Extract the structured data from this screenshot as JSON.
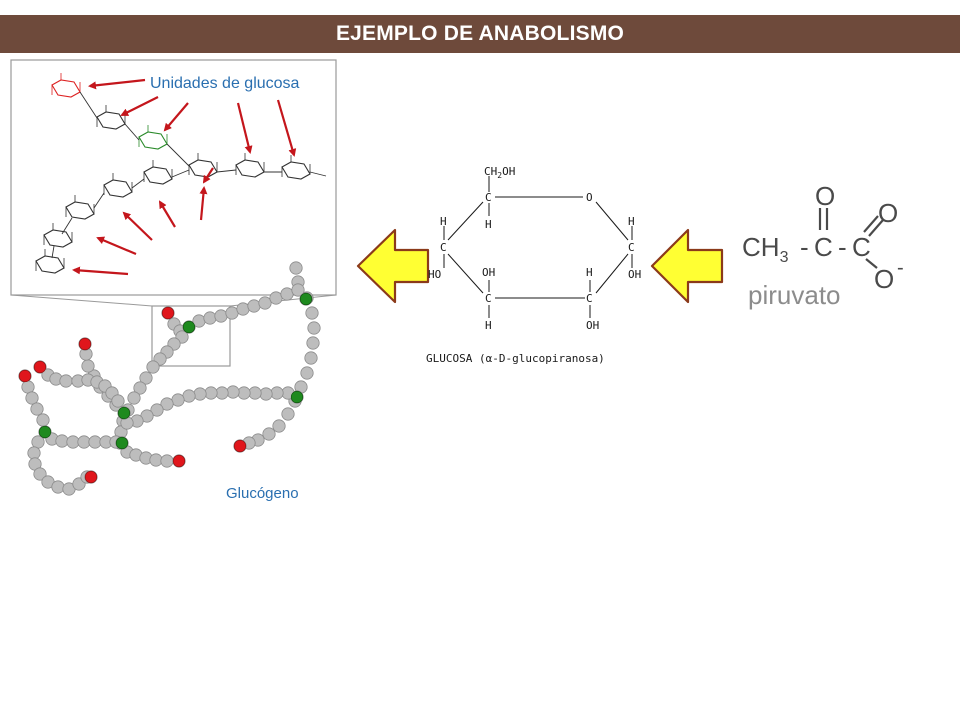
{
  "slide": {
    "title": "EJEMPLO DE ANABOLISMO"
  },
  "glycogen": {
    "units_label": "Unidades de glucosa",
    "polymer_label": "Glucógeno",
    "label_color": "#2a6fb0",
    "arrow_color": "#c4161c",
    "terminal_residue_color": "#e0161c",
    "branch_residue_color": "#1e8a1e",
    "residue_color": "#bdbdbd"
  },
  "glucose": {
    "atoms": {
      "ch2oh_prefix": "CH",
      "ch2oh_sub": "2",
      "ch2oh_suffix": "OH",
      "c": "C",
      "o": "O",
      "h": "H",
      "oh": "OH",
      "ho": "HO"
    },
    "caption": "GLUCOSA (α-D-glucopiranosa)"
  },
  "pyruvate": {
    "ch3": "CH",
    "ch3_sub": "3",
    "c": "C",
    "o": "O",
    "o_minus": "O",
    "minus": "-",
    "dash": "-",
    "name": "piruvato"
  },
  "arrows": {
    "fill": "#ffff33",
    "stroke": "#8b3a1a"
  }
}
